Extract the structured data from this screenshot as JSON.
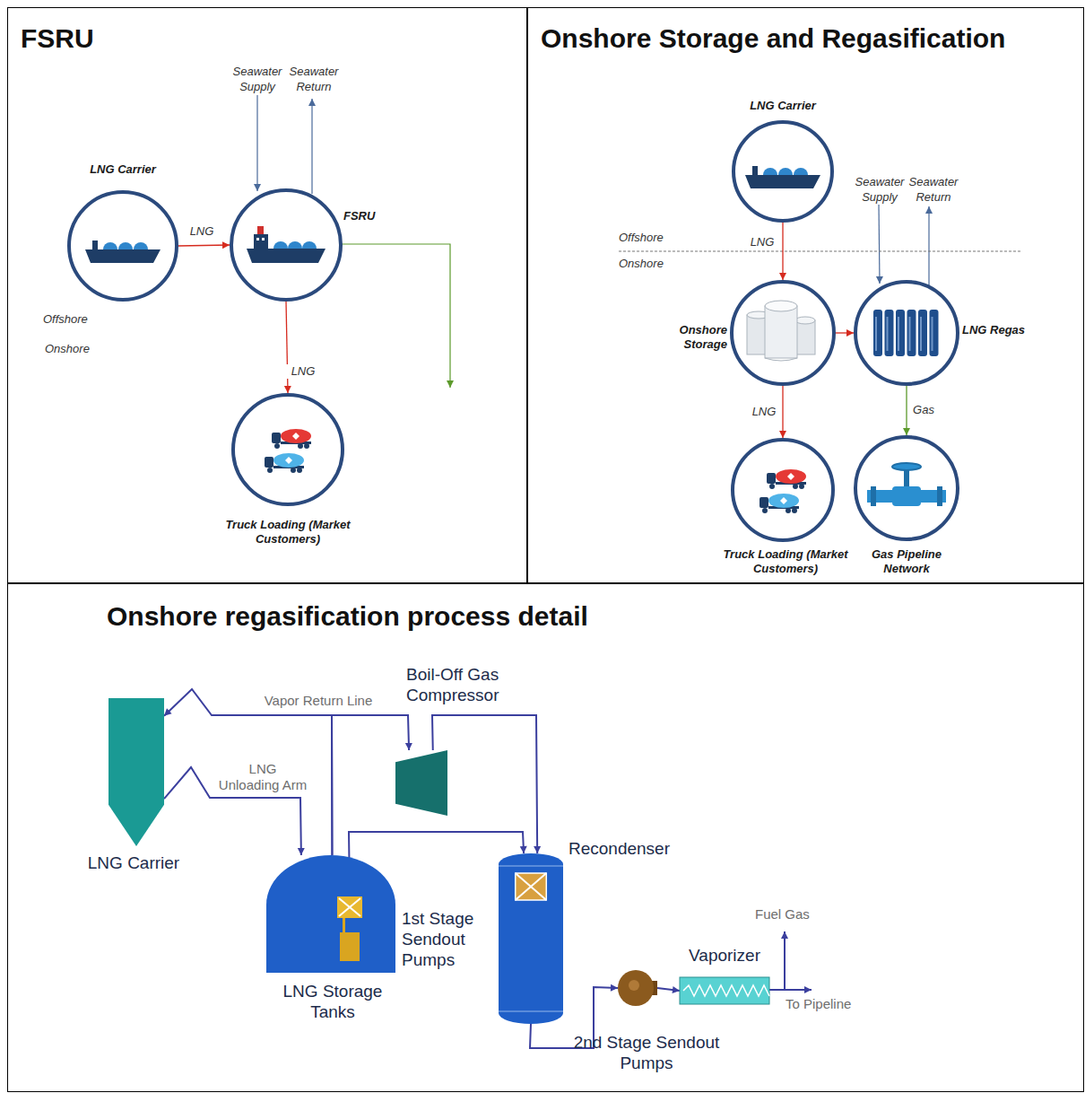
{
  "diagram": {
    "nodes": [
      {
        "text": [
          "FSRU"
        ]
      },
      {
        "text": [
          "LNG Carrier"
        ],
        "in": 0
      },
      {
        "text": [
          "FSRU"
        ],
        "in": 0
      },
      {
        "text": [
          "Truck Loading (Market Customers)"
        ],
        "in": 0
      },
      {
        "text": [
          "Onshore Storage and Regasification"
        ]
      },
      {
        "text": [
          "LNG Carrier"
        ],
        "in": 4
      },
      {
        "text": [
          "Onshore Storage"
        ],
        "in": 4
      },
      {
        "text": [
          "LNG Regas"
        ],
        "in": 4
      },
      {
        "text": [
          "Truck Loading (Market Customers)"
        ],
        "in": 4
      },
      {
        "text": [
          "Gas Pipeline Network"
        ],
        "in": 4
      },
      {
        "text": [
          "Onshore regasification process detail"
        ]
      },
      {
        "text": [
          "LNG Carrier"
        ],
        "in": 10
      },
      {
        "text": [
          "LNG Storage Tanks"
        ],
        "in": 10
      },
      {
        "text": [
          "1st Stage Sendout Pumps"
        ],
        "in": 12
      },
      {
        "text": [
          "Boil-Off Gas Compressor"
        ],
        "in": 10
      },
      {
        "text": [
          "Recondenser"
        ],
        "in": 10
      },
      {
        "text": [
          "2nd Stage Sendout Pumps"
        ],
        "in": 10
      },
      {
        "text": [
          "Vaporizer"
        ],
        "in": 10
      }
    ],
    "edges": [
      {
        "from": 1,
        "to": 2,
        "arrow": "to",
        "label": "LNG"
      },
      {
        "from": 2,
        "to": 3,
        "arrow": "to",
        "label": "LNG"
      },
      {
        "from": 5,
        "to": 6,
        "arrow": "to",
        "label": "LNG"
      },
      {
        "from": 6,
        "to": 7,
        "arrow": "to"
      },
      {
        "from": 6,
        "to": 8,
        "arrow": "to",
        "label": "LNG"
      },
      {
        "from": 7,
        "to": 9,
        "arrow": "to",
        "label": "Gas"
      },
      {
        "from": 11,
        "to": 12,
        "arrow": "to",
        "label": "LNG Unloading Arm"
      },
      {
        "from": 12,
        "to": 11,
        "arrow": "to",
        "label": "Vapor Return Line"
      },
      {
        "from": 12,
        "to": 14,
        "arrow": "to"
      },
      {
        "from": 14,
        "to": 15,
        "arrow": "to"
      },
      {
        "from": 13,
        "to": 15,
        "arrow": "to"
      },
      {
        "from": 15,
        "to": 16,
        "arrow": "to"
      },
      {
        "from": 16,
        "to": 17,
        "arrow": "to"
      }
    ],
    "labels": [
      "Seawater Supply",
      "Seawater Return",
      "Offshore",
      "Onshore",
      "Seawater Supply",
      "Seawater Return",
      "Offshore",
      "Onshore",
      "Fuel Gas",
      "To Pipeline"
    ]
  }
}
